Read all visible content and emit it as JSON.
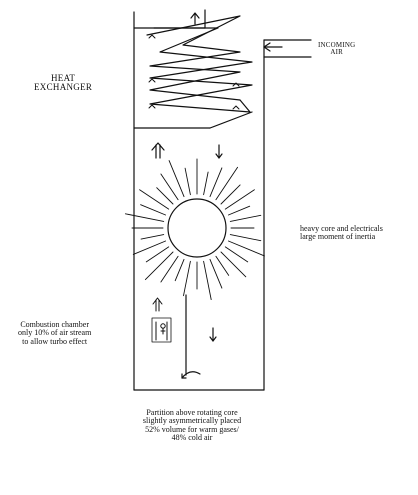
{
  "labels": {
    "incoming_air": [
      "INCOMING",
      "AIR"
    ],
    "heat_exchanger": [
      "HEAT",
      "EXCHANGER"
    ],
    "core_note": [
      "heavy core and electricals",
      "large moment of inertia"
    ],
    "combustion_note": [
      "Combustion chamber",
      "only 10% of air stream",
      "to allow turbo effect"
    ],
    "partition_note": [
      "Partition above rotating core",
      "slightly asymmetrically placed",
      "52% volume for warm gases/",
      "48% cold air"
    ]
  },
  "icons": [
    "up-arrow-icon",
    "left-arrow-icon",
    "down-arrow-icon",
    "sun-rotor-icon",
    "curved-arrow-icon"
  ],
  "colors": {
    "ink": "#111111",
    "background": "#ffffff"
  }
}
